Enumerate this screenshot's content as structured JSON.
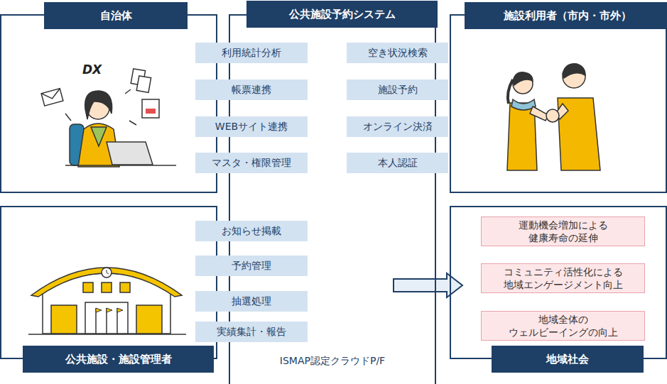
{
  "diagram": {
    "nodes": [
      {
        "text": [
          "自治体"
        ]
      },
      {
        "text": [
          "公共施設予約システム",
          "ISMAP認定クラウドP/F"
        ]
      },
      {
        "text": [
          "施設利用者（市内・市外）"
        ]
      },
      {
        "text": [
          "公共施設・施設管理者"
        ]
      },
      {
        "text": [
          "地域社会"
        ]
      },
      {
        "text": [
          "利用統計分析"
        ],
        "in": 1
      },
      {
        "text": [
          "帳票連携"
        ],
        "in": 1
      },
      {
        "text": [
          "WEBサイト連携"
        ],
        "in": 1
      },
      {
        "text": [
          "マスタ・権限管理"
        ],
        "in": 1
      },
      {
        "text": [
          "空き状況検索"
        ],
        "in": 1
      },
      {
        "text": [
          "施設予約"
        ],
        "in": 1
      },
      {
        "text": [
          "オンライン決済"
        ],
        "in": 1
      },
      {
        "text": [
          "本人認証"
        ],
        "in": 1
      },
      {
        "text": [
          "お知らせ掲載"
        ],
        "in": 1
      },
      {
        "text": [
          "予約管理"
        ],
        "in": 1
      },
      {
        "text": [
          "抽選処理"
        ],
        "in": 1
      },
      {
        "text": [
          "実績集計・報告"
        ],
        "in": 1
      },
      {
        "text": [
          "運動機会増加による 健康寿命の延伸"
        ],
        "in": 4
      },
      {
        "text": [
          "コミュニティ活性化による 地域エンゲージメント向上"
        ],
        "in": 4
      },
      {
        "text": [
          "地域全体の ウェルビーイングの向上"
        ],
        "in": 4
      }
    ],
    "edges": [
      {
        "from": 1,
        "to": 4,
        "arrow": "to"
      }
    ],
    "labels": [
      "DX"
    ]
  }
}
